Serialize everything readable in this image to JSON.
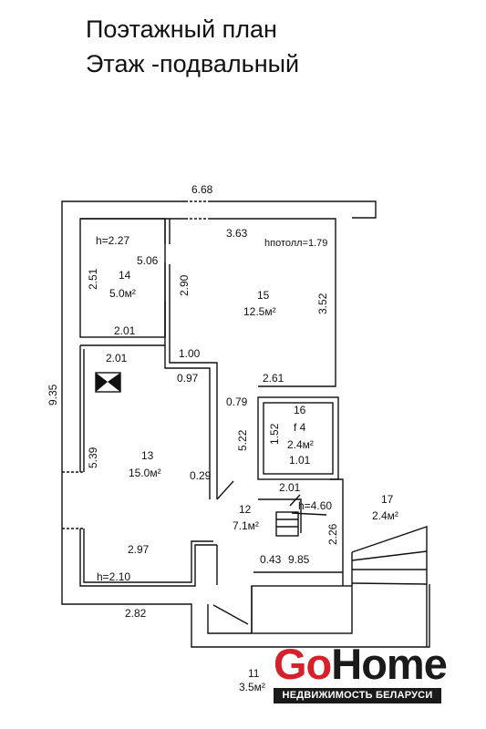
{
  "title": {
    "line1": "Поэтажный план",
    "line2": "Этаж -подвальный"
  },
  "dimensions": {
    "top_width": "6.68",
    "left_height": "9.35",
    "bottom_width": "2.82"
  },
  "rooms": {
    "r14": {
      "number": "14",
      "area": "5.0м²",
      "height": "h=2.27",
      "dim_a": "2.51",
      "dim_b": "2.01",
      "dim_c": "5.06"
    },
    "r15": {
      "number": "15",
      "area": "12.5м²",
      "ceiling": "hпотолл=1.79",
      "dim_a": "3.63",
      "dim_b": "2.90",
      "dim_c": "3.52",
      "dim_d": "1.00",
      "dim_e": "2.61"
    },
    "r16": {
      "number": "16",
      "area": "2.4м²",
      "label": "f 4",
      "dim_a": "1.52",
      "dim_b": "1.01",
      "dim_c": "2.01",
      "dim_d": "5.22"
    },
    "r13": {
      "number": "13",
      "area": "15.0м²",
      "height": "h=2.10",
      "dim_a": "2.01",
      "dim_b": "0.97",
      "dim_c": "5.39",
      "dim_d": "0.29",
      "dim_e": "2.97",
      "dim_f": "0.79"
    },
    "r12": {
      "number": "12",
      "area": "7.1м²",
      "height": "h=4.60",
      "dim_a": "0.43",
      "dim_b": "9.85",
      "dim_c": "2.26"
    },
    "r17": {
      "number": "17",
      "area": "2.4м²"
    },
    "r11": {
      "number": "11",
      "area": "3.5м²"
    }
  },
  "logo": {
    "go": "Go",
    "home": "Home",
    "tagline": "НЕДВИЖИМОСТЬ БЕЛАРУСИ",
    "go_color": "#d6202a"
  }
}
